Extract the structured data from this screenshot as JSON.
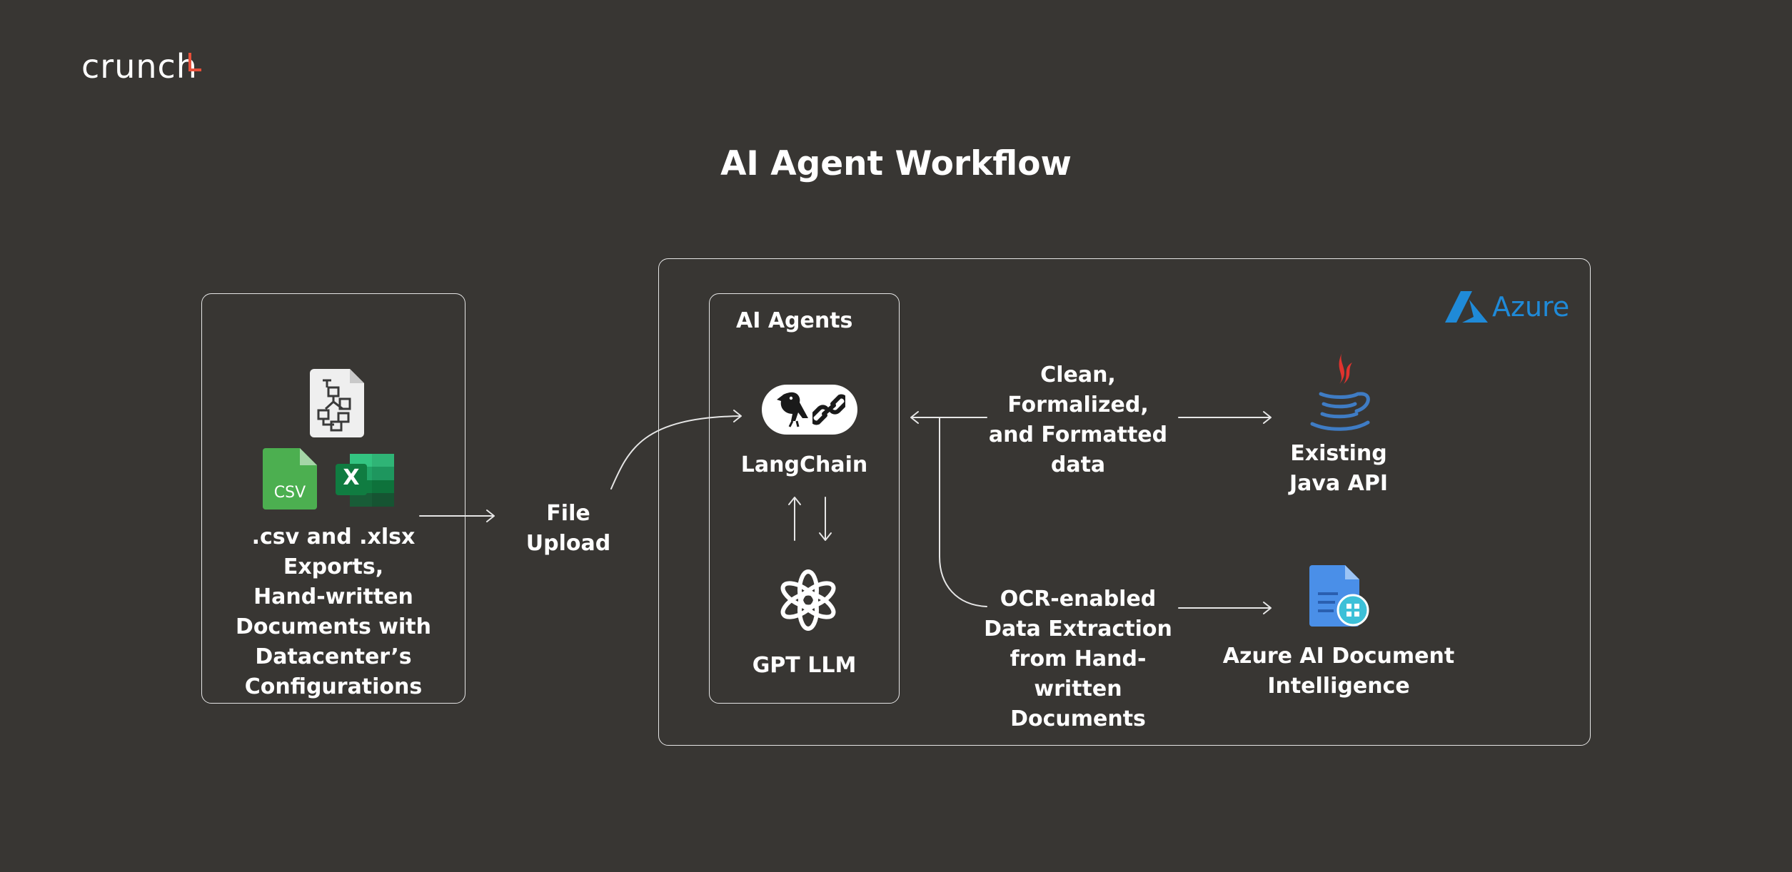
{
  "brand": {
    "logo_text": "crunch"
  },
  "title": "AI Agent Workflow",
  "sources": {
    "label_lines": [
      ".csv and .xlsx Exports,",
      "Hand-written",
      "Documents with",
      "Datacenter’s",
      "Configurations"
    ],
    "csv_badge": "CSV",
    "excel_badge": "X",
    "icons": [
      "flowchart-document-icon",
      "csv-file-icon",
      "excel-icon"
    ]
  },
  "upload": {
    "label": "File Upload"
  },
  "cloud": {
    "provider_label": "Azure",
    "icon": "azure-logo-icon"
  },
  "agents": {
    "title": "AI Agents",
    "langchain_label": "LangChain",
    "gpt_label": "GPT LLM",
    "icons": [
      "parrot-icon",
      "chain-link-icon",
      "openai-icon"
    ]
  },
  "outputs": {
    "clean_data_lines": [
      "Clean, Formalized,",
      "and Formatted",
      "data"
    ],
    "ocr_lines": [
      "OCR-enabled",
      "Data Extraction",
      "from Hand-written",
      "Documents"
    ],
    "java_lines": [
      "Existing",
      "Java API"
    ],
    "doc_intel_lines": [
      "Azure AI Document",
      "Intelligence"
    ],
    "icons": [
      "java-icon",
      "azure-document-intelligence-icon"
    ]
  },
  "colors": {
    "background": "#383633",
    "line": "#e6e6e6",
    "brand_accent": "#e8503a",
    "azure_blue": "#1f8ad8",
    "java_red": "#e0332e",
    "java_blue": "#3f7cc4",
    "csv_green": "#4caf50",
    "excel_green": "#1e7b45"
  }
}
